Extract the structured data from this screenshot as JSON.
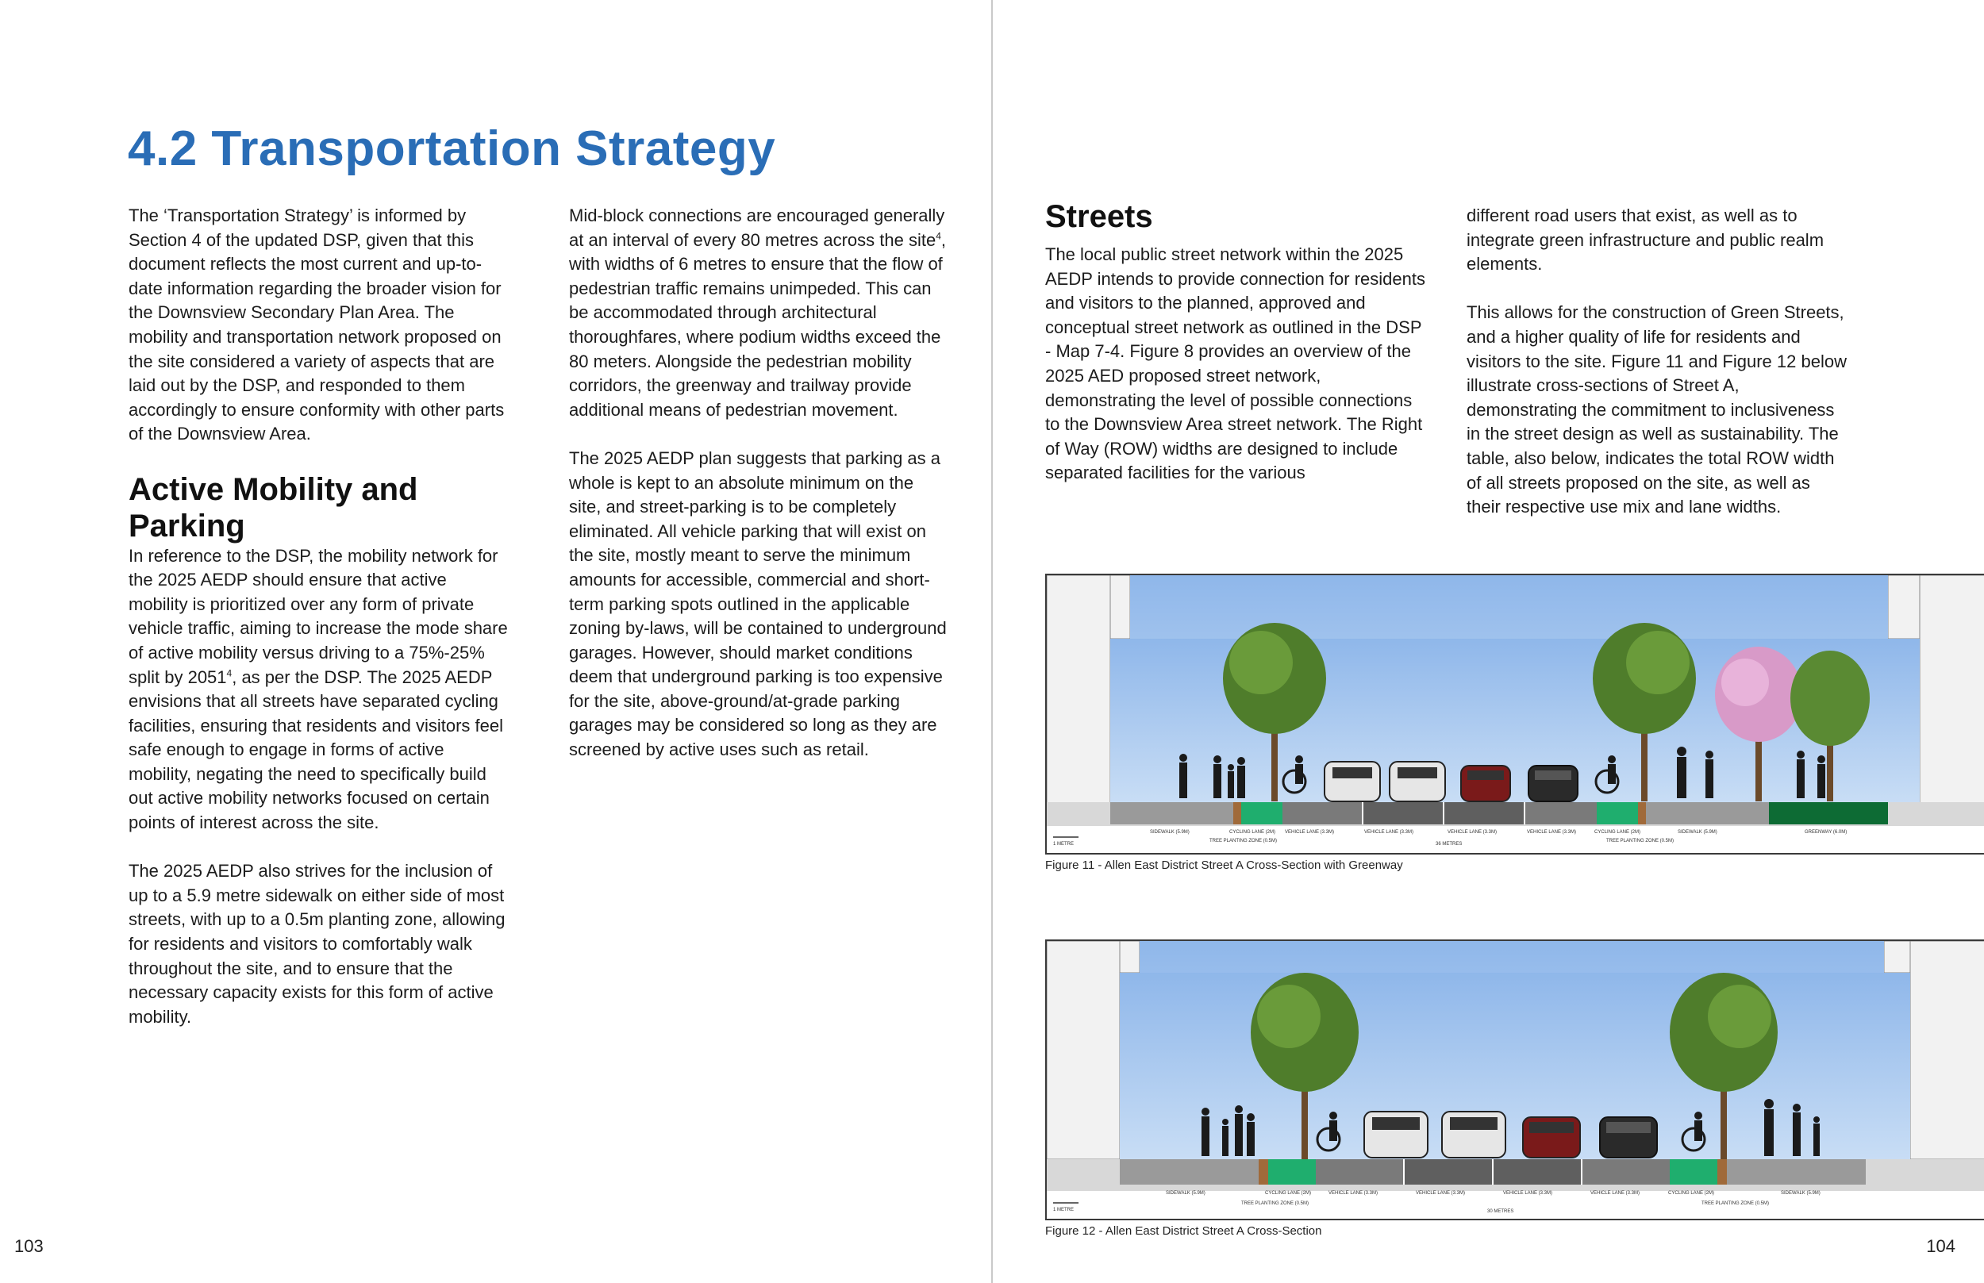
{
  "title": "4.2 Transportation Strategy",
  "left_page": {
    "page_number": "103",
    "col1": {
      "intro": "The ‘Transportation Strategy’ is informed by Section 4 of the updated DSP, given that this document reflects the most current and up-to-date information regarding the broader vision for the Downsview Secondary Plan Area. The mobility and transportation network proposed on the site considered a variety of aspects that are laid out by the DSP, and responded to them accordingly to ensure conformity with other parts of the Downsview Area.",
      "heading": "Active Mobility and Parking",
      "para1_part1": "In reference to the DSP, the mobility network for the 2025 AEDP should ensure that active mobility is prioritized over any form of private vehicle traffic, aiming to increase the mode share of active mobility versus driving to a 75%-25% split by 2051",
      "para1_sup": "4",
      "para1_part2": ", as per the DSP. The 2025 AEDP envisions that all streets have separated cycling facilities, ensuring that residents and visitors feel safe enough to engage in forms of active mobility, negating the need to specifically build out active mobility networks focused on certain points of interest across the site.",
      "para2": "The 2025 AEDP also strives for the inclusion of up to a 5.9 metre sidewalk on either side of most streets, with up to a 0.5m planting zone, allowing for residents and visitors to comfortably walk throughout the site, and to ensure that the necessary capacity exists for this form of active mobility."
    },
    "col2": {
      "para1_part1": "Mid-block connections are encouraged generally at an interval of every 80 metres across the site",
      "para1_sup": "4",
      "para1_part2": ", with widths of 6 metres to ensure that the flow of pedestrian traffic remains unimpeded. This can be accommodated through architectural thoroughfares, where podium widths exceed the 80 meters. Alongside the pedestrian mobility corridors, the greenway and trailway provide additional means of pedestrian movement.",
      "para2": "The 2025 AEDP plan suggests that parking as a whole is kept to an absolute minimum on the site, and street-parking is to be completely eliminated. All vehicle parking that will exist on the site, mostly meant to serve the minimum amounts for accessible, commercial and short-term parking spots outlined in the applicable zoning by-laws, will be contained to underground garages. However, should market conditions deem that underground parking is too expensive for the site, above-ground/at-grade parking garages may be considered so long as they are screened by active uses such as retail."
    }
  },
  "right_page": {
    "page_number": "104",
    "col3": {
      "heading": "Streets",
      "para1": "The local public street network within the 2025 AEDP intends to provide connection for residents and visitors to the planned, approved and conceptual street network as outlined in the DSP - Map 7-4. Figure 8 provides an overview of the 2025 AED proposed street network, demonstrating the level of possible connections to the Downsview Area street network. The Right of Way (ROW) widths are designed to include separated facilities for the various"
    },
    "col4": {
      "para1": "different road users that exist, as well as to integrate green infrastructure and public realm elements.",
      "para2": "This allows for the construction of Green Streets, and a higher quality of life for residents and visitors to the site. Figure 11 and Figure 12 below illustrate cross-sections of Street A, demonstrating the commitment to inclusiveness in the street design as well as sustainability. The table, also below, indicates the total ROW width of all streets proposed on the site, as well as their respective use mix and lane widths."
    },
    "figure11": {
      "caption": "Figure 11 - Allen East District Street A Cross-Section with Greenway",
      "scale_label": "1 METRE",
      "total_label": "36 METRES",
      "labels": {
        "sidewalk_left": "SIDEWALK (5.9M)",
        "cycling_left": "CYCLING LANE (2M)",
        "vehicle_1": "VEHICLE LANE (3.3M)",
        "vehicle_2": "VEHICLE LANE (3.3M)",
        "vehicle_3": "VEHICLE LANE (3.3M)",
        "vehicle_4": "VEHICLE LANE (3.3M)",
        "cycling_right": "CYCLING LANE (2M)",
        "sidewalk_right": "SIDEWALK (5.9M)",
        "greenway": "GREENWAY (6.0M)",
        "planting_left": "TREE PLANTING ZONE (0.5M)",
        "planting_right": "TREE PLANTING ZONE (0.5M)"
      }
    },
    "figure12": {
      "caption": "Figure 12 - Allen East District Street A Cross-Section",
      "scale_label": "1 METRE",
      "total_label": "30 METRES",
      "labels": {
        "sidewalk_left": "SIDEWALK (5.9M)",
        "cycling_left": "CYCLING LANE (2M)",
        "vehicle_1": "VEHICLE LANE (3.3M)",
        "vehicle_2": "VEHICLE LANE (3.3M)",
        "vehicle_3": "VEHICLE LANE (3.3M)",
        "vehicle_4": "VEHICLE LANE (3.3M)",
        "cycling_right": "CYCLING LANE (2M)",
        "sidewalk_right": "SIDEWALK (5.9M)",
        "planting_left": "TREE PLANTING ZONE (0.5M)",
        "planting_right": "TREE PLANTING ZONE (0.5M)"
      }
    }
  },
  "colors": {
    "title_blue": "#2a6db6",
    "sky": "#a9c9ef",
    "cycling_green": "#1fae6e",
    "greenway_green": "#0d6b34",
    "road_gray": "#5f5f5f",
    "sidewalk_gray": "#9a9a9a"
  }
}
